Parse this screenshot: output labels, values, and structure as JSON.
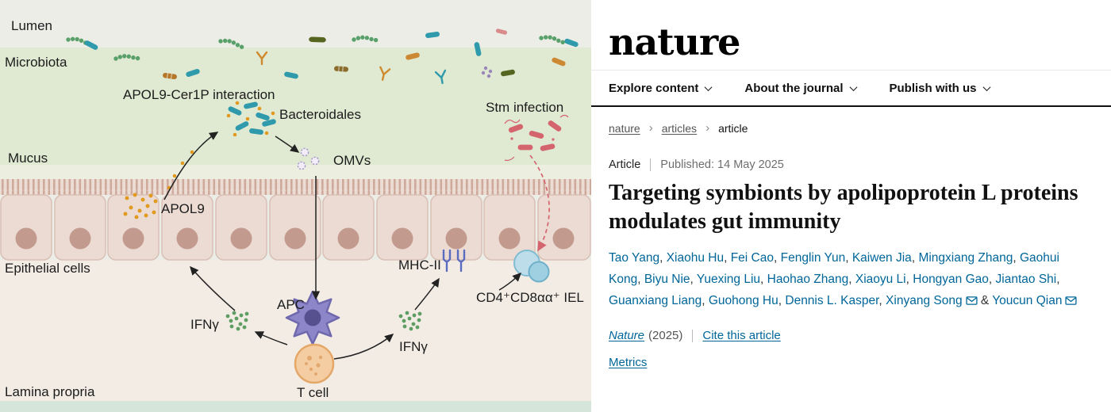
{
  "colors": {
    "link": "#006699",
    "rule": "#111111",
    "muted": "#6e6e6e",
    "lumen_bg": "#ecede7",
    "mucus_bg": "#e0e9d2",
    "epithelium_cell": "#ecdbd3",
    "nucleus": "#c39a8e",
    "lamina_bg": "#f2ece5",
    "bacteroidales_teal": "#2f9aab",
    "apol9_orange": "#e09a20",
    "stm_red": "#d4646e",
    "apc_purple": "#8d86c8",
    "tcell_orange": "#f5cda2",
    "ifng_green": "#5f9e63"
  },
  "diagram": {
    "labels": {
      "lumen": "Lumen",
      "microbiota": "Microbiota",
      "apol9_cer1p": "APOL9-Cer1P interaction",
      "bacteroidales": "Bacteroidales",
      "stm_infection": "Stm infection",
      "mucus": "Mucus",
      "omvs": "OMVs",
      "apol9": "APOL9",
      "epithelial_cells": "Epithelial cells",
      "mhc2": "MHC-II",
      "iel": "CD4⁺CD8αα⁺ IEL",
      "apc": "APC",
      "ifng_left": "IFNγ",
      "ifng_right": "IFNγ",
      "t_cell": "T cell",
      "lamina_propria": "Lamina propria"
    }
  },
  "header": {
    "logo": "nature",
    "nav": [
      {
        "label": "Explore content"
      },
      {
        "label": "About the journal"
      },
      {
        "label": "Publish with us"
      }
    ]
  },
  "breadcrumb": [
    "nature",
    "articles",
    "article"
  ],
  "article": {
    "type_label": "Article",
    "published": "Published: 14 May 2025",
    "title": "Targeting symbionts by apolipoprotein L proteins modulates gut immunity",
    "authors": [
      {
        "name": "Tao Yang"
      },
      {
        "name": "Xiaohu Hu"
      },
      {
        "name": "Fei Cao"
      },
      {
        "name": "Fenglin Yun"
      },
      {
        "name": "Kaiwen Jia"
      },
      {
        "name": "Mingxiang Zhang"
      },
      {
        "name": "Gaohui Kong"
      },
      {
        "name": "Biyu Nie"
      },
      {
        "name": "Yuexing Liu"
      },
      {
        "name": "Haohao Zhang"
      },
      {
        "name": "Xiaoyu Li"
      },
      {
        "name": "Hongyan Gao"
      },
      {
        "name": "Jiantao Shi"
      },
      {
        "name": "Guanxiang Liang"
      },
      {
        "name": "Guohong Hu"
      },
      {
        "name": "Dennis L. Kasper"
      },
      {
        "name": "Xinyang Song",
        "email": true
      },
      {
        "name": "Youcun Qian",
        "email": true
      }
    ],
    "journal": "Nature",
    "year": "(2025)",
    "cite_link": "Cite this article",
    "metrics_link": "Metrics"
  }
}
